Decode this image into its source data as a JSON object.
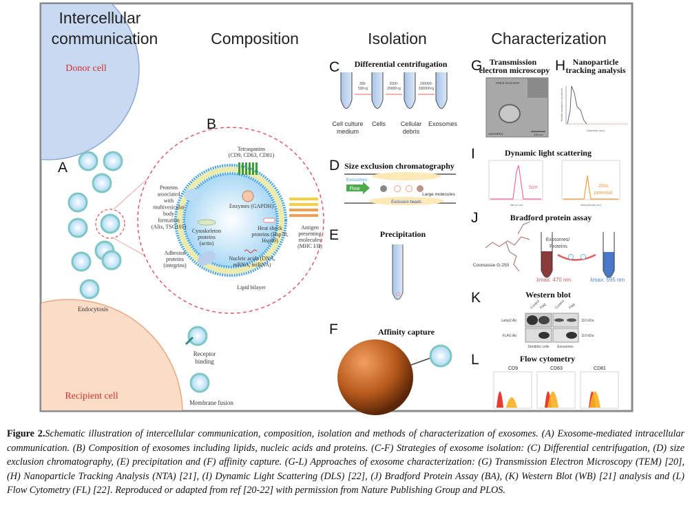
{
  "figure": {
    "headers": {
      "communication_line1": "Intercellular",
      "communication_line2": "communication",
      "composition": "Composition",
      "isolation": "Isolation",
      "characterization": "Characterization"
    },
    "panel_a": {
      "letter": "A",
      "donor_cell": "Donor cell",
      "recipient_cell": "Recipient cell",
      "endocytosis": "Endocytosis",
      "receptor_binding_1": "Receptor",
      "receptor_binding_2": "binding",
      "membrane_fusion": "Membrane fusion"
    },
    "panel_b": {
      "letter": "B",
      "tetraspanins_1": "Tetraspanins",
      "tetraspanins_2": "(CD9, CD63, CD81)",
      "mvb_proteins": [
        "Proteins",
        "associated",
        "with",
        "multivesicular",
        "body",
        "formation",
        "(Alix, TSG101)"
      ],
      "enzymes": "Enzymes (GAPDH)",
      "cytoskeleton": [
        "Cytoskeleton",
        "proteins",
        "(actin)"
      ],
      "heat_shock": [
        "Heat shock",
        "proteins (Hsp70,",
        "Hsp90)"
      ],
      "antigen": [
        "Antigen",
        "presenting",
        "molecules",
        "(MHC I/II)"
      ],
      "adhesion": [
        "Adhesion",
        "proteins",
        "(integrins)"
      ],
      "nucleic_acids": [
        "Nucleic acids (DNA,",
        "mRNA, miRNA)"
      ],
      "lipid_bilayer": "Lipid bilayer"
    },
    "panel_c": {
      "letter": "C",
      "title": "Differential centrifugation",
      "speeds": [
        [
          "300-",
          "500×g"
        ],
        [
          "2000-",
          "20000×g"
        ],
        [
          "100000-",
          "200000×g"
        ]
      ],
      "tube_labels": [
        [
          "Cell culture",
          "medium"
        ],
        [
          "Cells",
          ""
        ],
        [
          "Cellular",
          "debris"
        ],
        [
          "Exosomes",
          ""
        ]
      ]
    },
    "panel_d": {
      "letter": "D",
      "title": "Size exclusion chromatography",
      "exosomes": "Exosomes",
      "flow": "Flow",
      "large_molecules": "Large molecules",
      "exclusion_beads": "Exclusion beads"
    },
    "panel_e": {
      "letter": "E",
      "title": "Precipitation"
    },
    "panel_f": {
      "letter": "F",
      "title": "Affinity capture"
    },
    "panel_g": {
      "letter": "G",
      "title_1": "Transmission",
      "title_2": "electron microscopy",
      "image_label": "HMLE exosomes",
      "antibody": "Anti-GPC1",
      "scale": "100 nm"
    },
    "panel_h": {
      "letter": "H",
      "title_1": "Nanoparticle",
      "title_2": "tracking analysis",
      "xlabel": "Diameter (nm)",
      "ylabel": "Relative abundance of particles"
    },
    "panel_i": {
      "letter": "I",
      "title": "Dynamic light scattering",
      "size_label": "Size",
      "zeta_1": "Zeta",
      "zeta_2": "potential",
      "size_xlabel": "Size (d. nm)",
      "zeta_xlabel": "Zeta potential (mV)"
    },
    "panel_j": {
      "letter": "J",
      "title": "Bradford protein assay",
      "dye": "Coomassie G-250",
      "arrow_1": "Exosomes/",
      "arrow_2": "Proteins",
      "lambda_before": "λmax: 470 nm",
      "lambda_after": "λmax: 595 nm"
    },
    "panel_k": {
      "letter": "K",
      "title": "Western blot",
      "lanes": [
        "Control",
        "Flag",
        "Control",
        "Flag"
      ],
      "rows": [
        "Lamp2 Ab",
        "FLAG Ab"
      ],
      "kda": "110 kDa",
      "groups": [
        "Dendritic cells",
        "Exosomes"
      ]
    },
    "panel_l": {
      "letter": "L",
      "title": "Flow cytometry",
      "markers": [
        "CD9",
        "CD63",
        "CD81"
      ]
    },
    "colors": {
      "border": "#8a8a8a",
      "donor_cell": "#c9d9f2",
      "recipient_cell": "#fbdcc6",
      "accent_red": "#d0302c",
      "vesicle_ring": "#7fc7c0",
      "dls_size": "#f06aa0",
      "dls_zeta": "#f0a040"
    }
  },
  "caption": {
    "label": "Figure 2.",
    "text": "Schematic illustration of intercellular communication, composition, isolation and methods of characterization of exosomes. (A) Exosome-mediated intracellular communication. (B) Composition of exosomes including lipids, nucleic acids and proteins. (C-F) Strategies of exosome isolation: (C) Differential centrifugation, (D) size exclusion chromatography, (E) precipitation and (F) affinity capture. (G-L) Approaches of exosome characterization: (G) Transmission Electron Microscopy (TEM) [20], (H) Nanoparticle Tracking Analysis (NTA) [21], (I) Dynamic Light Scattering (DLS) [22], (J) Bradford Protein Assay (BA), (K) Western Blot (WB) [21] analysis and (L) Flow Cytometry (FL) [22]. Reproduced or adapted from ref [20-22] with permission from Nature Publishing Group and PLOS."
  }
}
